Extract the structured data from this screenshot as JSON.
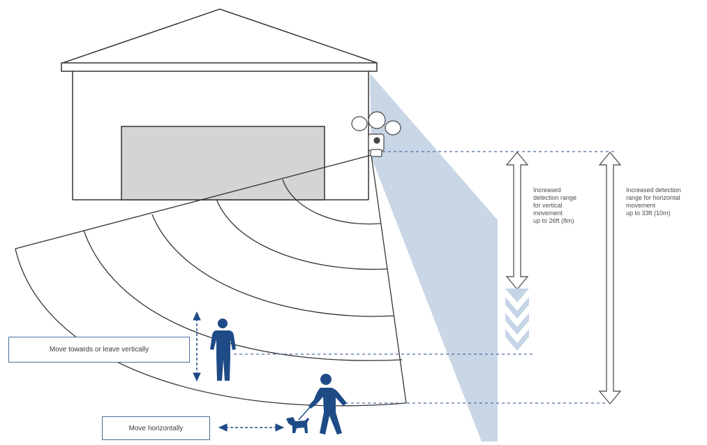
{
  "annotations": {
    "vertical_range": [
      "Increased",
      "detection range",
      "for vertical",
      "movement",
      "up to 26ft (8m)"
    ],
    "horizontal_range": [
      "Increased detection",
      "range for horizontal",
      "movement",
      "up to 33ft (10m)"
    ]
  },
  "captions": {
    "move_vertical": "Move towards or leave vertically",
    "move_horizontal": "Move horizontally"
  },
  "colors": {
    "beam": "#c9d6e6",
    "figure": "#1e4b86",
    "caption_border": "#4a6c9c",
    "chevron": "#c5d4e6",
    "door": "#d4d4d4"
  }
}
